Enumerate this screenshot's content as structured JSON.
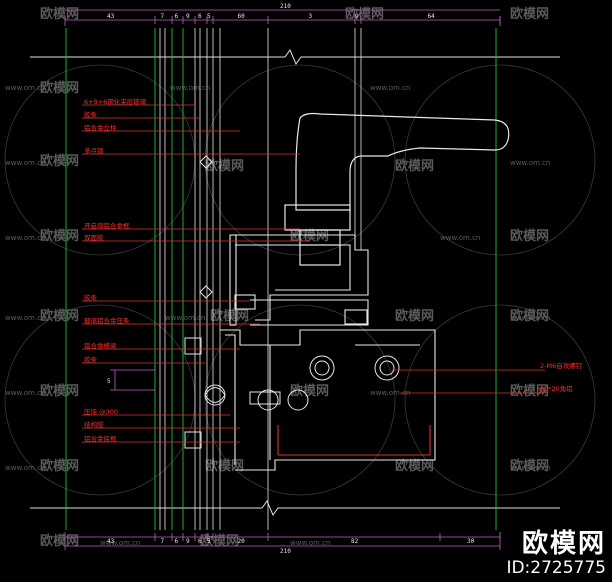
{
  "dimensions": {
    "top_total": "210",
    "top_segments": [
      "43",
      "7",
      "6",
      "9",
      "6",
      "5",
      "60",
      "3",
      "9",
      "64"
    ],
    "bottom_segments": [
      "43",
      "7",
      "6",
      "9",
      "6",
      "5",
      "20",
      "82",
      "30"
    ],
    "bottom_total": "210",
    "side_small": "5"
  },
  "callouts_left": [
    "6+9+6钢化夹层玻璃",
    "胶条",
    "铝合金立柱",
    "多点锁",
    "开启扇铝合金框",
    "双面胶",
    "胶条",
    "玻璃铝合金压条",
    "铝合金横梁",
    "胶条",
    "压块  @300",
    "结构胶",
    "铝合金底框"
  ],
  "callouts_right": [
    "2-M6自攻螺钉",
    "30*20角铝"
  ],
  "watermark": {
    "logo_text": "欧模网",
    "url": "www.om.cn"
  },
  "brand": {
    "title": "欧模网",
    "id": "ID:2725775"
  }
}
